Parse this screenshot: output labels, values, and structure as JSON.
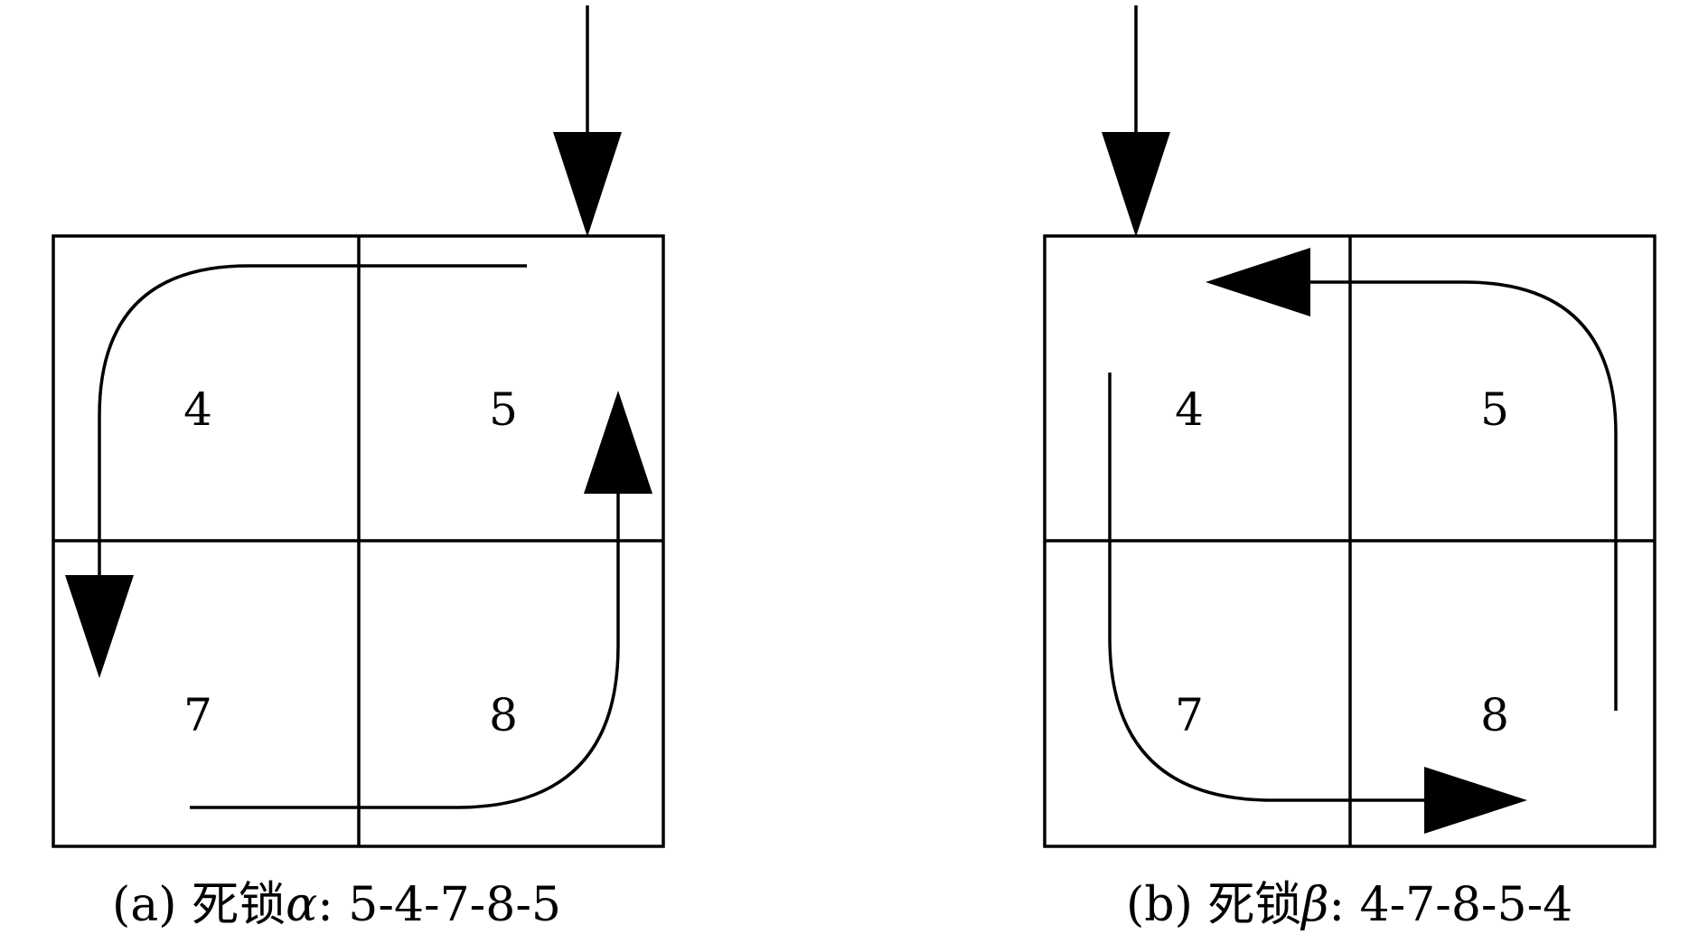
{
  "figures": [
    {
      "id": "a",
      "cells": [
        "4",
        "5",
        "7",
        "8"
      ],
      "caption": {
        "prefix": "(a) 死锁",
        "symbol": "α",
        "sequence": ": 5-4-7-8-5"
      }
    },
    {
      "id": "b",
      "cells": [
        "4",
        "5",
        "7",
        "8"
      ],
      "caption": {
        "prefix": "(b) 死锁",
        "symbol": "β",
        "sequence": ": 4-7-8-5-4"
      }
    }
  ]
}
